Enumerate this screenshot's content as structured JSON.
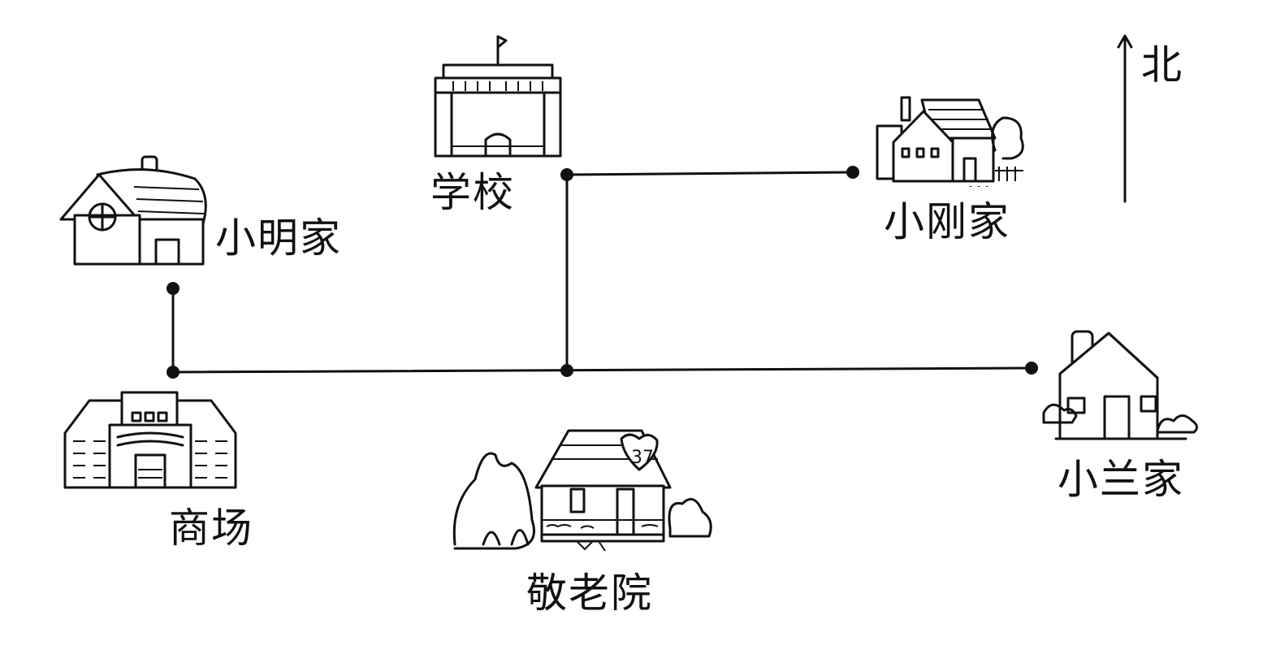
{
  "compass": {
    "label": "北"
  },
  "places": {
    "school": "学校",
    "xiaogang": "小刚家",
    "xiaoming": "小明家",
    "mall": "商场",
    "nursinghome": "敬老院",
    "xiaolan": "小兰家"
  },
  "nursinghome_number": "37",
  "colors": {
    "ink": "#111111",
    "background": "#ffffff"
  }
}
